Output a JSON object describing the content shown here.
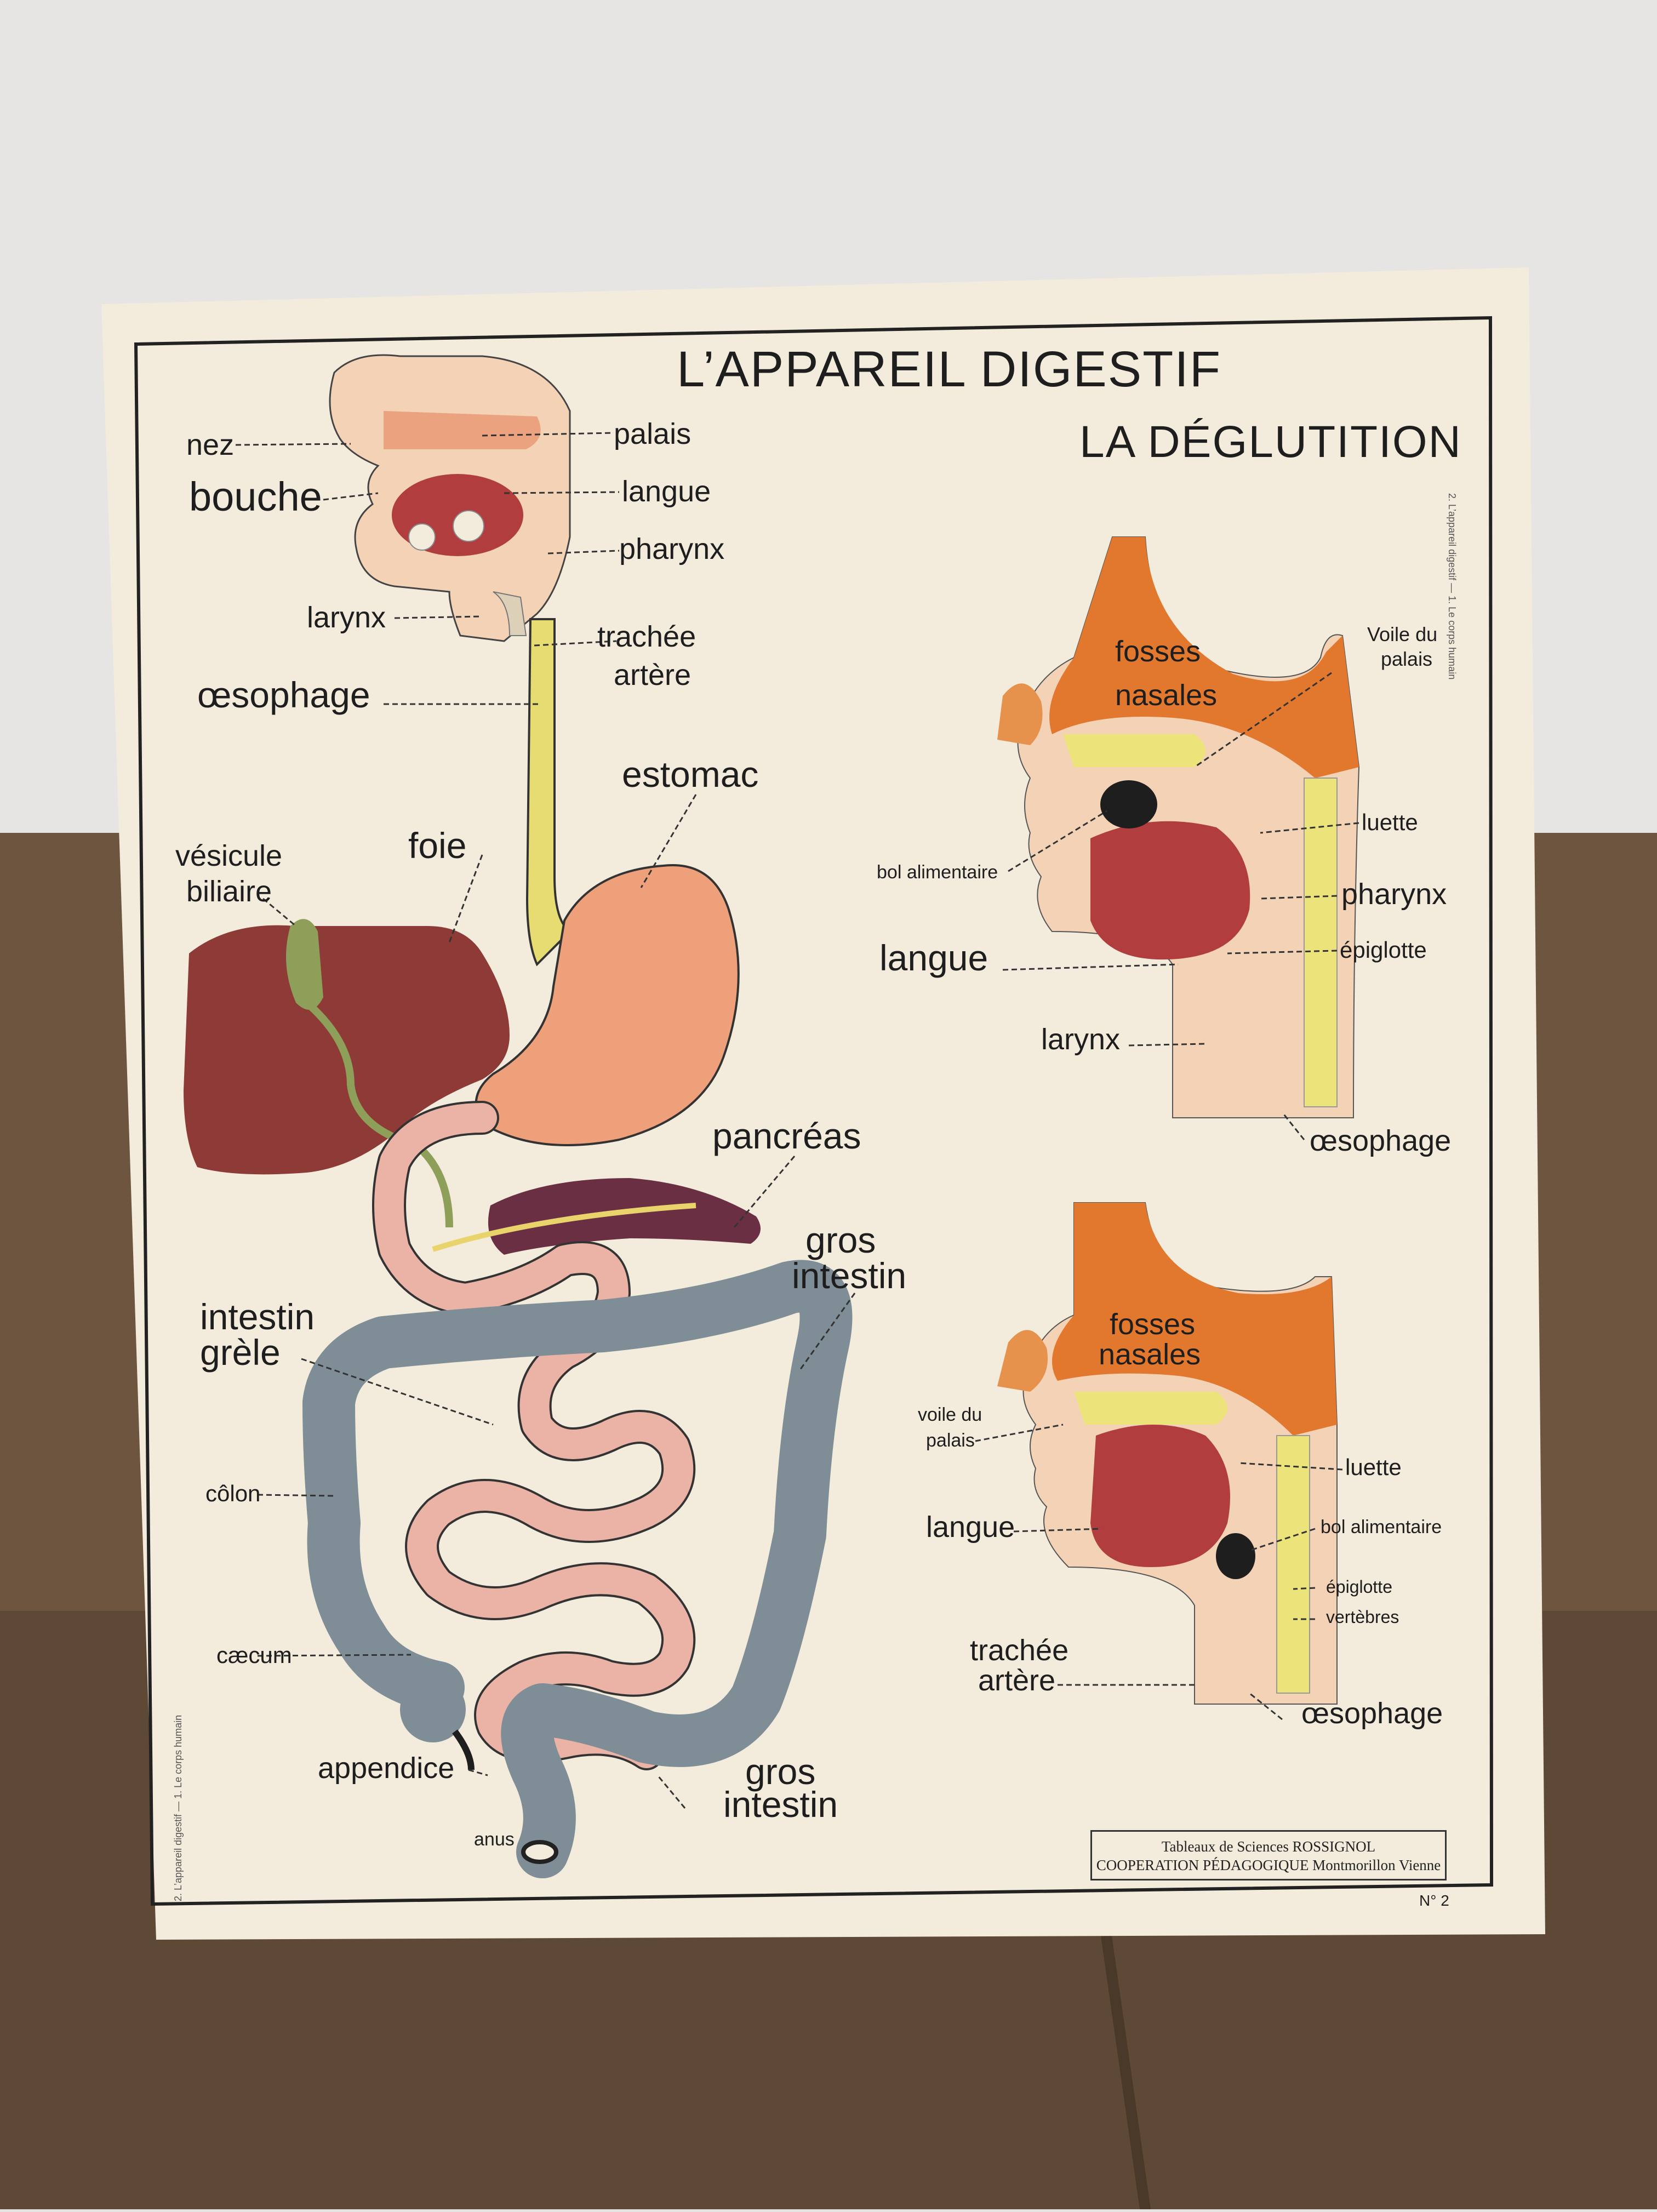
{
  "poster": {
    "title": "L’APPAREIL DIGESTIF",
    "subtitle": "LA DÉGLUTITION",
    "plate_number": "N° 2",
    "credit_line1": "Tableaux de Sciences ROSSIGNOL",
    "credit_line2": "COOPERATION PÉDAGOGIQUE  Montmorillon  Vienne",
    "side_text_right": "2. L’appareil digestif  —  1. Le corps humain",
    "side_text_left": "2. L’appareil digestif  —  1. Le corps humain"
  },
  "digestive_labels": {
    "nez": "nez",
    "bouche": "bouche",
    "palais": "palais",
    "langue": "langue",
    "pharynx": "pharynx",
    "larynx": "larynx",
    "trachee": "trachée",
    "artere": "artère",
    "oesophage": "œsophage",
    "estomac": "estomac",
    "vesicule": "vésicule",
    "biliaire": "biliaire",
    "foie": "foie",
    "pancreas": "pancréas",
    "gros1": "gros",
    "intestin1": "intestin",
    "intestin_grele1": "intestin",
    "intestin_grele2": "grèle",
    "colon": "côlon",
    "caecum": "cæcum",
    "appendice": "appendice",
    "anus": "anus",
    "gros2": "gros",
    "intestin2": "intestin"
  },
  "swallow_top_labels": {
    "fosses": "fosses",
    "nasales": "nasales",
    "voile1": "Voile du",
    "voile2": "palais",
    "luette": "luette",
    "bol": "bol alimentaire",
    "pharynx": "pharynx",
    "epiglotte": "épiglotte",
    "langue": "langue",
    "larynx": "larynx",
    "oesophage": "œsophage"
  },
  "swallow_bottom_labels": {
    "fosses": "fosses",
    "nasales": "nasales",
    "voile1": "voile du",
    "voile2": "palais",
    "luette": "luette",
    "langue": "langue",
    "bol": "bol alimentaire",
    "epiglotte": "épiglotte",
    "vertebres": "vertèbres",
    "trachee": "trachée",
    "artere": "artère",
    "oesophage": "œsophage"
  },
  "colors": {
    "poster_paper": "#f3ecdc",
    "liver": "#8e3a36",
    "stomach": "#eea07a",
    "oesophagus": "#e6dc72",
    "gallbladder": "#8d9f58",
    "pancreas": "#6b2f44",
    "small_intestine": "#eab3a6",
    "large_intestine": "#7f8d96",
    "tongue": "#b13d3f",
    "bone": "#e2782e",
    "vertebrae": "#ece47a",
    "skin": "#f0c0a0",
    "sofa": "#6d5540",
    "wall": "#e4e3e1"
  }
}
